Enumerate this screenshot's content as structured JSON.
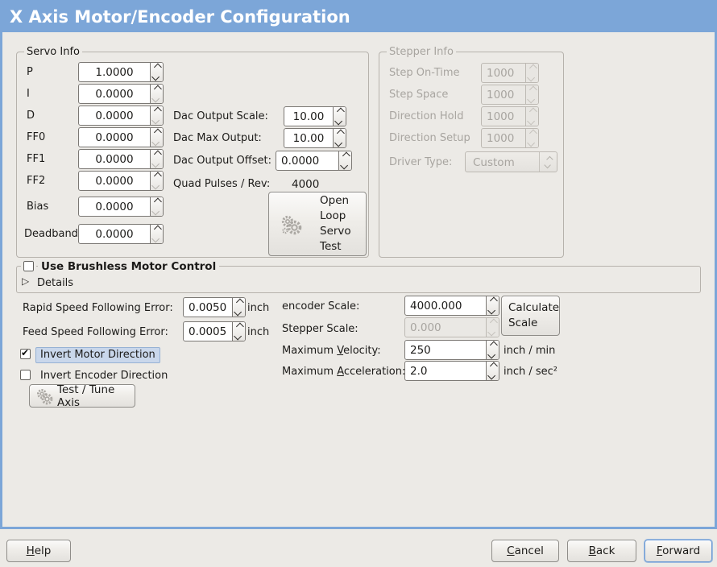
{
  "window": {
    "title": "X Axis Motor/Encoder Configuration"
  },
  "colors": {
    "titlebar_blue": "#7ca6d8",
    "content_bg": "#eceae6",
    "focus_highlight": "#c9d7eb",
    "disabled_text": "#a8a5a0"
  },
  "servo_info": {
    "frame_label": "Servo Info",
    "pid_rows": [
      {
        "label": "P",
        "value": "1.0000"
      },
      {
        "label": "I",
        "value": "0.0000"
      },
      {
        "label": "D",
        "value": "0.0000"
      },
      {
        "label": "FF0",
        "value": "0.0000"
      },
      {
        "label": "FF1",
        "value": "0.0000"
      },
      {
        "label": "FF2",
        "value": "0.0000"
      },
      {
        "label": "Bias",
        "value": "0.0000"
      },
      {
        "label": "Deadband",
        "value": "0.0000"
      }
    ],
    "dac_rows": [
      {
        "label": "Dac Output Scale:",
        "value": "10.00"
      },
      {
        "label": "Dac Max Output:",
        "value": "10.00"
      },
      {
        "label": "Dac Output Offset:",
        "value": "0.0000"
      }
    ],
    "quad_label": "Quad Pulses / Rev:",
    "quad_value": "4000",
    "open_loop_lines": [
      "Open",
      "Loop",
      "Servo",
      "Test"
    ]
  },
  "stepper_info": {
    "frame_label": "Stepper Info",
    "rows": [
      {
        "label": "Step On-Time",
        "value": "1000"
      },
      {
        "label": "Step Space",
        "value": "1000"
      },
      {
        "label": "Direction Hold",
        "value": "1000"
      },
      {
        "label": "Direction Setup",
        "value": "1000"
      }
    ],
    "driver_label": "Driver Type:",
    "driver_value": "Custom"
  },
  "brushless": {
    "title": "Use Brushless Motor Control",
    "checked": false,
    "details": "Details"
  },
  "follow_error": {
    "rapid_label": "Rapid Speed Following Error:",
    "rapid_value": "0.0050",
    "rapid_unit": "inch",
    "feed_label": "Feed Speed Following Error:",
    "feed_value": "0.0005",
    "feed_unit": "inch"
  },
  "scale": {
    "encoder_label": "encoder Scale:",
    "encoder_value": "4000.000",
    "calc_lines": [
      "Calculate",
      "Scale"
    ],
    "stepper_label": "Stepper Scale:",
    "stepper_value": "0.000",
    "velocity": {
      "pre": "Maximum ",
      "mn": "V",
      "post": "elocity:"
    },
    "velocity_value": "250",
    "velocity_unit": "inch / min",
    "accel": {
      "pre": "Maximum ",
      "mn": "A",
      "post": "cceleration:"
    },
    "accel_value": "2.0",
    "accel_unit": "inch / sec²"
  },
  "direction": {
    "invert_motor": "Invert Motor Direction",
    "invert_motor_checked": true,
    "invert_encoder": "Invert Encoder Direction",
    "invert_encoder_checked": false,
    "test_tune": "Test / Tune Axis"
  },
  "actions": {
    "help": {
      "mn": "H",
      "post": "elp"
    },
    "cancel": {
      "mn": "C",
      "post": "ancel"
    },
    "back": {
      "mn": "B",
      "post": "ack"
    },
    "forward": {
      "mn": "F",
      "post": "orward"
    }
  }
}
